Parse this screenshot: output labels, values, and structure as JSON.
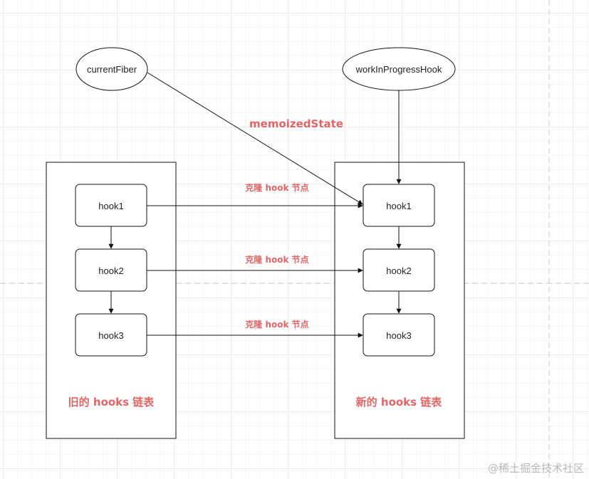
{
  "nodes": {
    "current_fiber": "currentFiber",
    "work_in_progress_hook": "workInProgressHook",
    "old_hook1": "hook1",
    "old_hook2": "hook2",
    "old_hook3": "hook3",
    "new_hook1": "hook1",
    "new_hook2": "hook2",
    "new_hook3": "hook3"
  },
  "labels": {
    "memoized_state": "memoizedState",
    "clone_1": "克隆 hook 节点",
    "clone_2": "克隆 hook 节点",
    "clone_3": "克隆 hook 节点",
    "old_list": "旧的 hooks 链表",
    "new_list": "新的 hooks 链表"
  },
  "watermark": "@稀土掘金技术社区",
  "colors": {
    "label_red": "#e06666",
    "stroke": "#111111"
  }
}
